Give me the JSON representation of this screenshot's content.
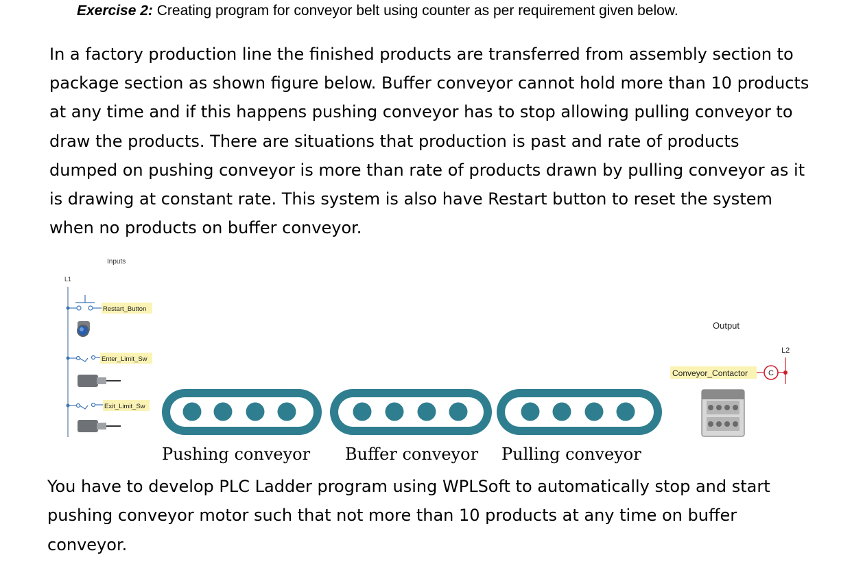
{
  "exercise": {
    "label": "Exercise 2:",
    "title": " Creating program for conveyor belt using counter as per requirement given below."
  },
  "intro_lines": [
    "In a factory production line the finished products are transferred from assembly section to",
    "package section as shown figure below. Buffer conveyor cannot hold more than 10 products",
    "at any time and if this happens pushing conveyor has to stop allowing pulling conveyor to",
    "draw the products. There are situations that production is past and rate of products",
    "dumped on pushing conveyor is more than rate of products drawn by pulling conveyor as it",
    "is drawing at constant rate. This system is also have Restart button to reset the system",
    "when no products on buffer conveyor."
  ],
  "figure": {
    "inputs_label": "Inputs",
    "l1_label": "L1",
    "l2_label": "L2",
    "output_label": "Output",
    "restart_button": "Restart_Button",
    "enter_limit": "Enter_Limit_Sw",
    "exit_limit": "Exit_Limit_Sw",
    "contactor": "Conveyor_Contactor",
    "coil_letter": "C",
    "conveyors": [
      "Pushing conveyor",
      "Buffer conveyor",
      "Pulling conveyor"
    ],
    "colors": {
      "belt": "#2f7e8f",
      "roller": "#2f7e8f",
      "label_bg": "#fbf3b4",
      "coil": "#cc1f2e",
      "rail": "#3d74b6"
    }
  },
  "task_lines": [
    "You have to develop PLC Ladder program using WPLSoft to automatically stop and start",
    "pushing conveyor motor such that not more than 10 products at any time on buffer",
    "conveyor."
  ]
}
